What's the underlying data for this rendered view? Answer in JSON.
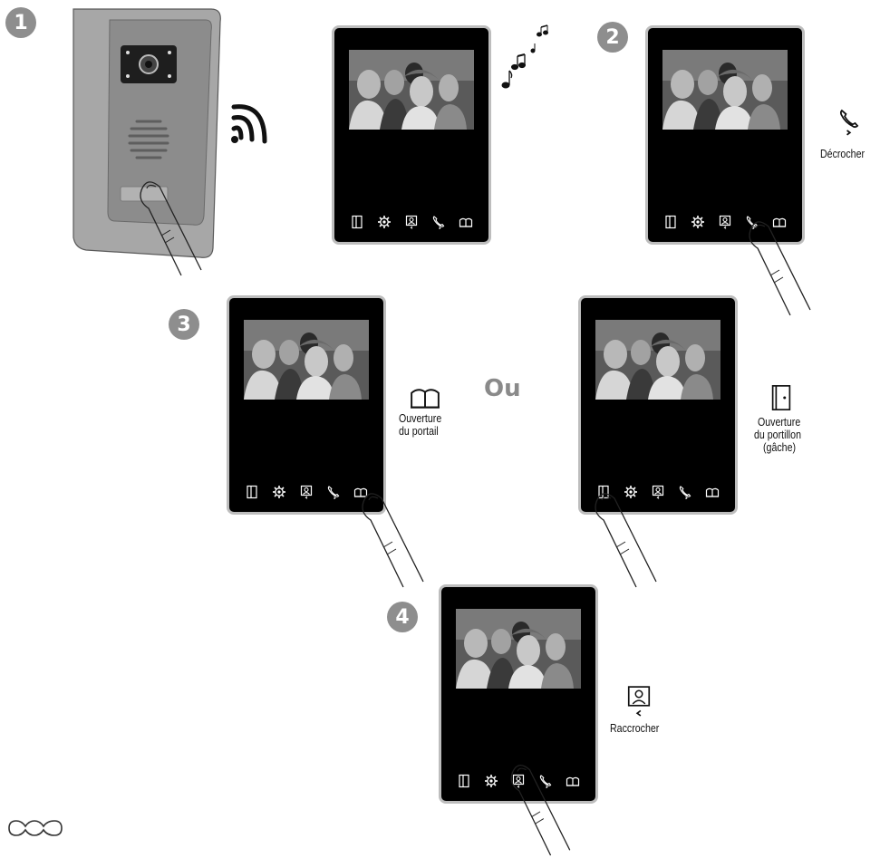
{
  "steps": [
    "1",
    "2",
    "3",
    "4"
  ],
  "labels": {
    "decrocher": "Décrocher",
    "portail_1": "Ouverture",
    "portail_2": "du portail",
    "or": "Ou",
    "portillon_1": "Ouverture",
    "portillon_2": "du portillon",
    "portillon_3": "(gâche)",
    "raccrocher": "Raccrocher"
  },
  "monitor_buttons": [
    "door-icon",
    "gear-icon",
    "contact-icon",
    "phone-icon",
    "gate-icon"
  ],
  "colors": {
    "step_badge": "#8e8e8e",
    "monitor_frame": "#bdbdbd",
    "ou_text": "#8a8a8a"
  }
}
